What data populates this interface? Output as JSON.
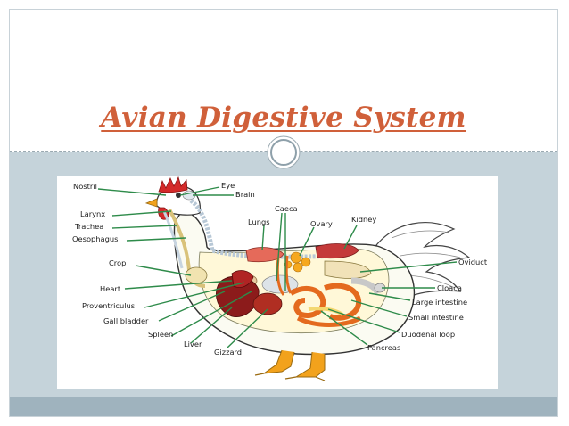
{
  "slide": {
    "title": "Avian Digestive System",
    "colors": {
      "title": "#d0603a",
      "band": "#c5d3da",
      "bottom_bar": "#9fb3be",
      "leader_lines": "#2e8b4a"
    }
  },
  "diagram": {
    "labels": {
      "nostril": "Nostril",
      "eye": "Eye",
      "brain": "Brain",
      "larynx": "Larynx",
      "trachea": "Trachea",
      "oesophagus": "Oesophagus",
      "caeca": "Caeca",
      "lungs": "Lungs",
      "ovary": "Ovary",
      "kidney": "Kidney",
      "crop": "Crop",
      "oviduct": "Oviduct",
      "heart": "Heart",
      "cloaca": "Cloaca",
      "proventriculus": "Proventriculus",
      "large_intestine": "Large intestine",
      "gall_bladder": "Gall bladder",
      "small_intestine": "Small intestine",
      "spleen": "Spleen",
      "duodenal_loop": "Duodenal loop",
      "liver": "Liver",
      "gizzard": "Gizzard",
      "pancreas": "Pancreas"
    }
  }
}
